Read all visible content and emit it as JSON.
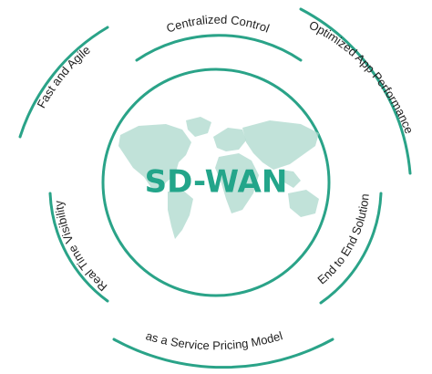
{
  "center_title": "SD-WAN",
  "labels": {
    "top": "Centralized Control",
    "top_right": "Optimized App Performance",
    "right": "End to End Solution",
    "bottom": "as a Service Pricing Model",
    "left": "Real Time Visibility",
    "top_left": "Fast and Agile"
  },
  "colors": {
    "teal": "#2aa388",
    "map": "#a9d7cb",
    "title": "#23a58a",
    "text": "#222222"
  }
}
